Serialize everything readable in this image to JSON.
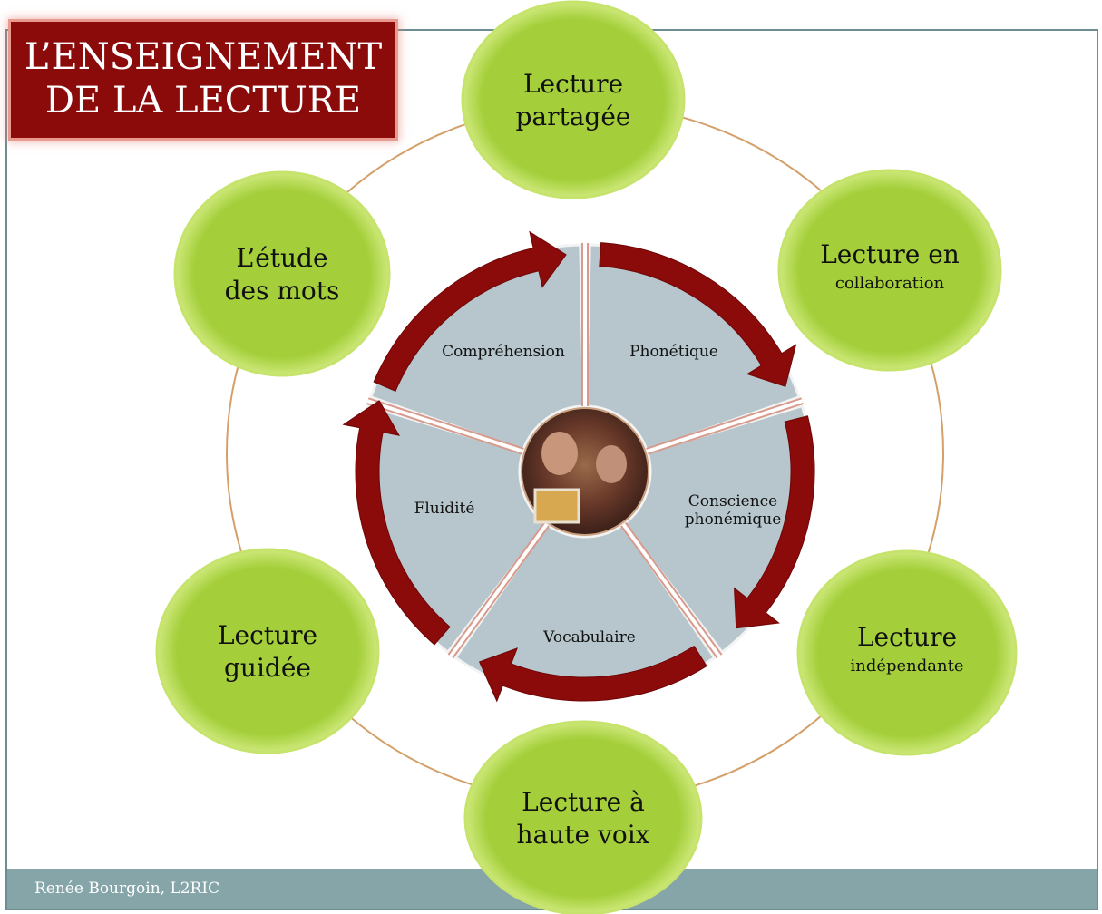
{
  "title": {
    "line1": "L’ENSEIGNEMENT",
    "line2": "DE LA LECTURE"
  },
  "footer": {
    "text": "Renée Bourgoin, L2RIC"
  },
  "outer_nodes": [
    {
      "id": "lecture-partagee",
      "line1": "Lecture",
      "line2": "partagée"
    },
    {
      "id": "lecture-collaboration",
      "line1": "Lecture en",
      "line2": "collaboration"
    },
    {
      "id": "lecture-independante",
      "line1": "Lecture",
      "line2": "indépendante"
    },
    {
      "id": "lecture-haute-voix",
      "line1": "Lecture à",
      "line2": "haute voix"
    },
    {
      "id": "lecture-guidee",
      "line1": "Lecture",
      "line2": "guidée"
    },
    {
      "id": "etude-mots",
      "line1": "L’étude",
      "line2": "des mots"
    }
  ],
  "inner_segments": [
    {
      "id": "comprehension",
      "line1": "Compréhension",
      "line2": ""
    },
    {
      "id": "phonetique",
      "line1": "Phonétique",
      "line2": ""
    },
    {
      "id": "conscience-phonemique",
      "line1": "Conscience",
      "line2": "phonémique"
    },
    {
      "id": "vocabulaire",
      "line1": "Vocabulaire",
      "line2": ""
    },
    {
      "id": "fluidite",
      "line1": "Fluidité",
      "line2": ""
    }
  ],
  "colors": {
    "node_fill": "#a4cf3a",
    "node_edge": "#cde87a",
    "arrow": "#8b0a0a",
    "segment_fill": "#b6c6cc",
    "connector": "#d4a06a",
    "title_bg": "#8b0a0a",
    "footer_bg": "#85a5a8"
  },
  "center_image": {
    "name": "photo-teacher-and-child-reading"
  }
}
